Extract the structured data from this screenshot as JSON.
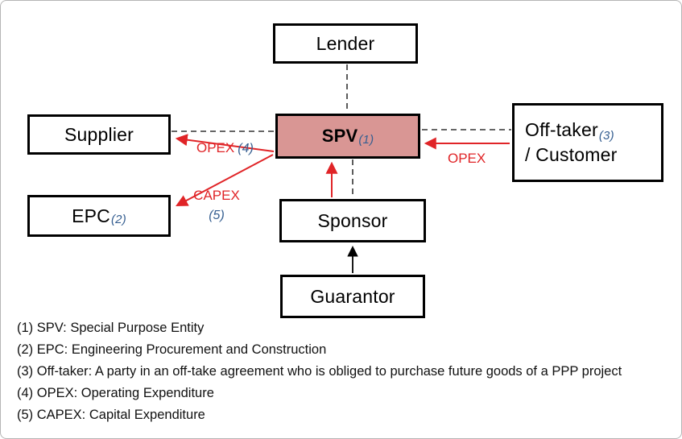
{
  "diagram": {
    "nodes": {
      "lender": {
        "label": "Lender"
      },
      "supplier": {
        "label": "Supplier"
      },
      "spv": {
        "label": "SPV",
        "sub": "(1)"
      },
      "offtaker": {
        "line1": "Off-taker",
        "sub": "(3)",
        "line2": "/ Customer"
      },
      "epc": {
        "label": "EPC",
        "sub": "(2)"
      },
      "sponsor": {
        "label": "Sponsor"
      },
      "guarantor": {
        "label": "Guarantor"
      }
    },
    "edge_labels": {
      "opex_supplier": {
        "text": "OPEX",
        "sub": "(4)"
      },
      "capex": {
        "text": "CAPEX",
        "sub": "(5)"
      },
      "opex_offtaker": {
        "text": "OPEX"
      }
    },
    "colors": {
      "spv_fill": "#d99694",
      "arrow_red": "#e02427",
      "subscript_blue": "#365f91",
      "box_border": "#000000",
      "dashed_line": "#333333"
    }
  },
  "footnotes": [
    "(1) SPV: Special Purpose Entity",
    "(2) EPC: Engineering Procurement and Construction",
    "(3) Off-taker: A party in an off-take agreement who is obliged to purchase future goods of a PPP project",
    "(4) OPEX: Operating Expenditure",
    "(5) CAPEX: Capital Expenditure"
  ]
}
